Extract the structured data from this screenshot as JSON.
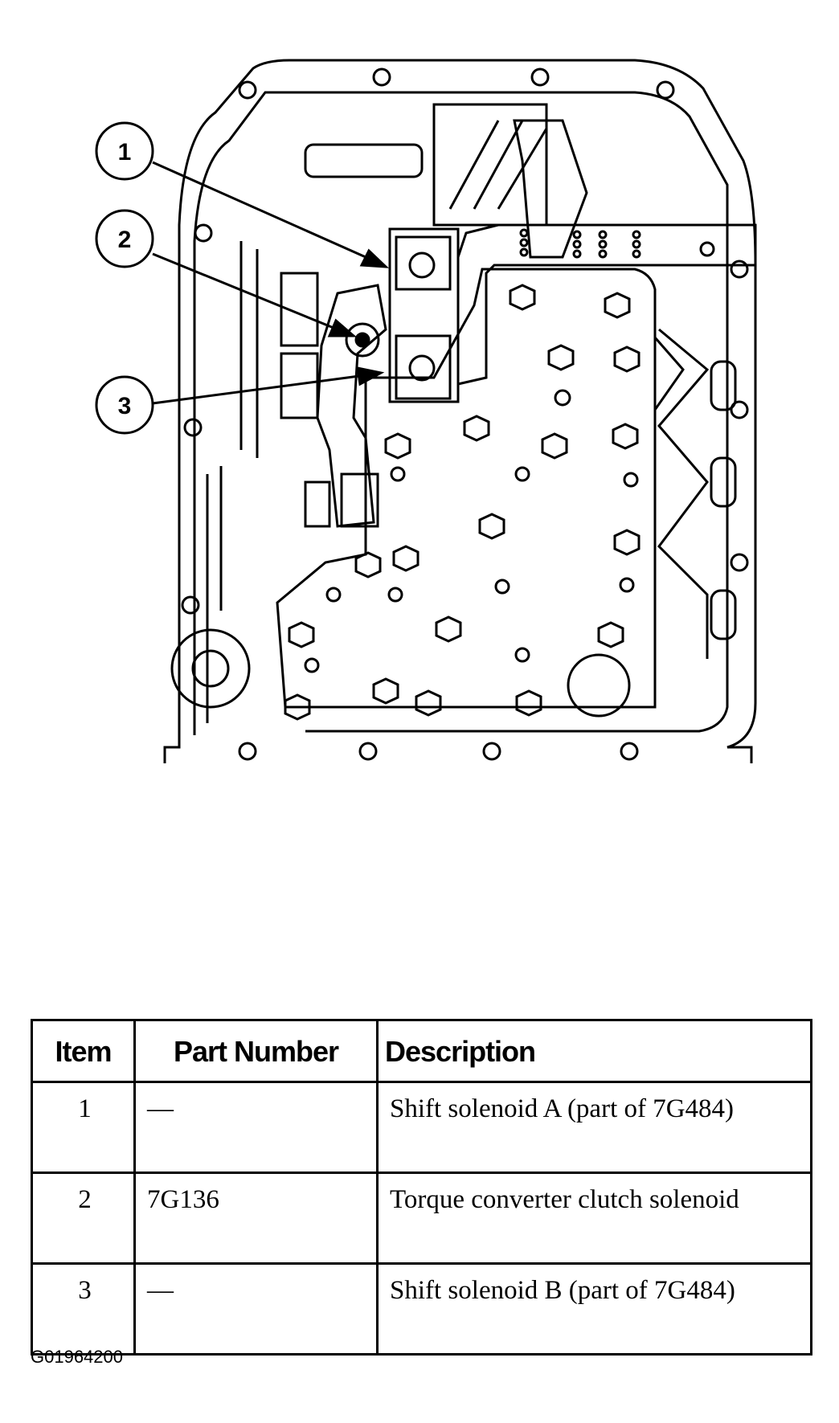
{
  "callouts": [
    "1",
    "2",
    "3"
  ],
  "table": {
    "headers": {
      "item": "Item",
      "part_number": "Part Number",
      "description": "Description"
    },
    "rows": [
      {
        "item": "1",
        "part_number": "—",
        "description": "Shift solenoid A (part of 7G484)"
      },
      {
        "item": "2",
        "part_number": "7G136",
        "description": "Torque converter clutch solenoid"
      },
      {
        "item": "3",
        "part_number": "—",
        "description": "Shift solenoid B (part of 7G484)"
      }
    ]
  },
  "figure_id": "G01964200",
  "colors": {
    "line": "#000000",
    "background": "#ffffff"
  }
}
